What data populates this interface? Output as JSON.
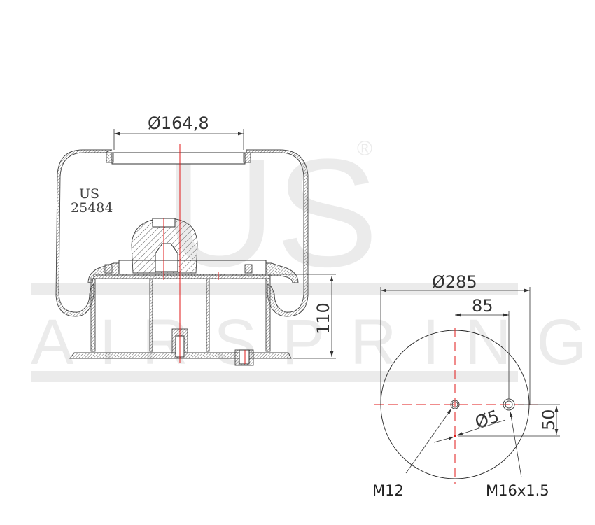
{
  "watermark": {
    "brand_big": "US",
    "brand_sub": "AIRSPRING",
    "registered": "®"
  },
  "side_view": {
    "part_code_line1": "US",
    "part_code_line2": "25484",
    "dimensions": {
      "top_diameter": "Ø164,8",
      "height": "110"
    }
  },
  "bottom_view": {
    "dimensions": {
      "outer_diameter": "Ø285",
      "offset_x": "85",
      "offset_y": "50",
      "pin_diameter": "Ø5"
    },
    "callouts": {
      "thread_left": "M12",
      "thread_right": "M16x1.5"
    }
  }
}
